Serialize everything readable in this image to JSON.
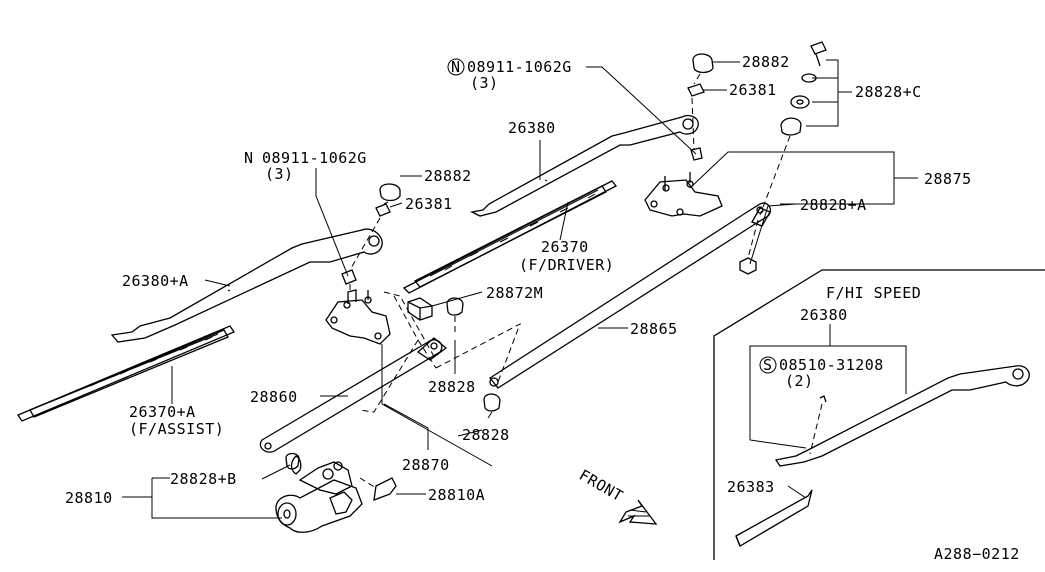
{
  "labels": {
    "n_part_upper": "08911-1062G",
    "n_part_upper_qty": "(3)",
    "cap_upper": "28882",
    "nut_upper": "26381",
    "kit_c": "28828+C",
    "arm_driver": "26380",
    "linkage_upper": "28875",
    "kit_a": "28828+A",
    "n_part_lower_prefix": "N",
    "n_part_lower": "08911-1062G",
    "n_part_lower_qty": "(3)",
    "cap_lower": "28882",
    "nut_lower": "26381",
    "blade_driver": "26370",
    "blade_driver_note": "(F/DRIVER)",
    "arm_assist": "26380+A",
    "clip": "28872M",
    "rod_long": "28865",
    "blade_assist": "26370+A",
    "blade_assist_note": "(F/ASSIST)",
    "rod_short": "28860",
    "bush_1": "28828",
    "bush_2": "28828",
    "linkage_assy": "28870",
    "kit_b": "28828+B",
    "motor": "28810",
    "motor_bolt": "28810A",
    "front": "FRONT",
    "hispeed_title": "F/HI SPEED",
    "hispeed_arm": "26380",
    "s_part": "08510-31208",
    "s_part_qty": "(2)",
    "hispeed_fin": "26383",
    "drawing_code": "A288−0212"
  },
  "icons": {
    "n_symbol": "circled-n-icon",
    "s_symbol": "circled-s-icon",
    "front_arrow": "front-arrow-icon"
  }
}
